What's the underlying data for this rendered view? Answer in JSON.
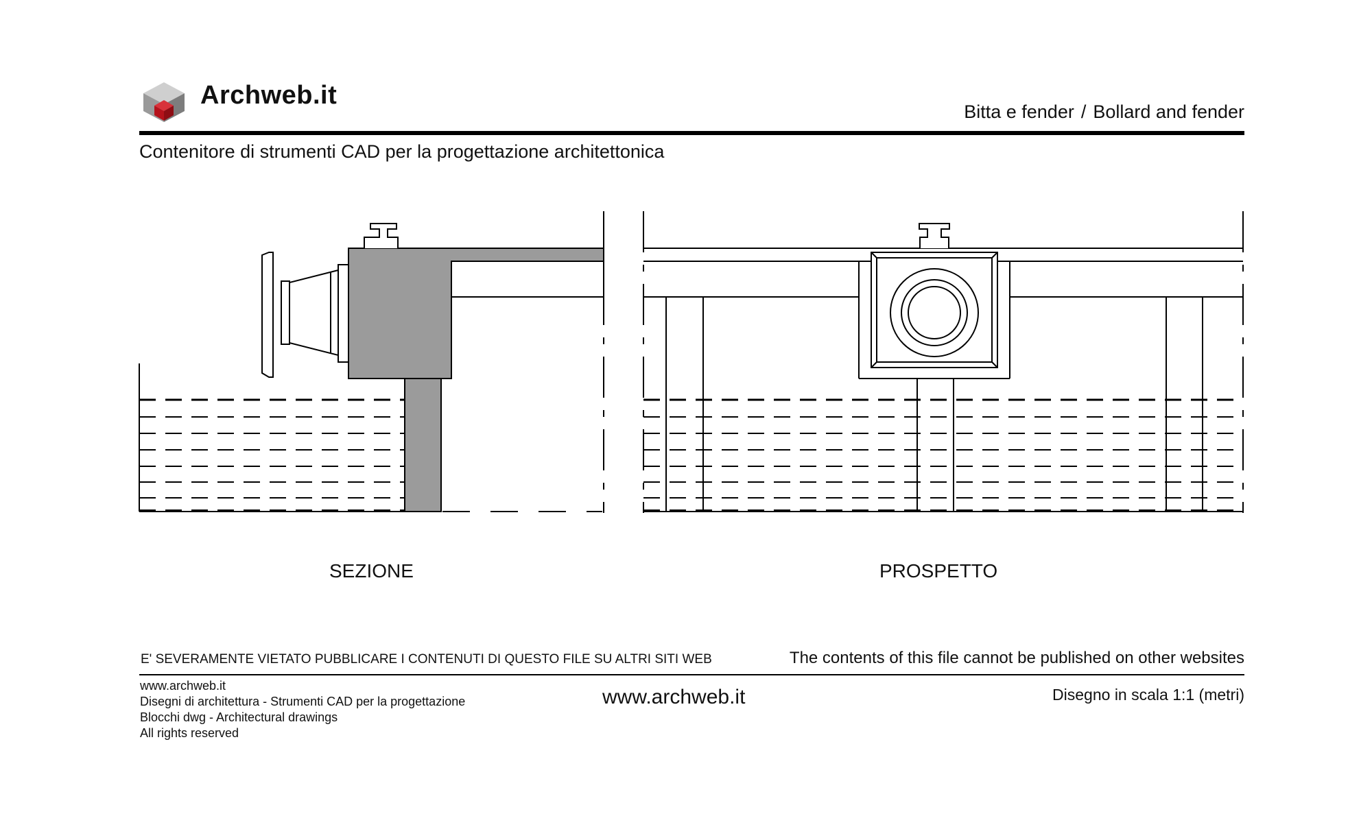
{
  "header": {
    "brand": "Archweb.it",
    "title_it": "Bitta e fender",
    "title_sep": "/",
    "title_en": "Bollard and fender",
    "subtitle": "Contenitore di strumenti CAD per la progettazione architettonica"
  },
  "drawing": {
    "section_label": "SEZIONE",
    "elevation_label": "PROSPETTO"
  },
  "footer": {
    "warning_it": "E' SEVERAMENTE VIETATO PUBBLICARE I CONTENUTI DI QUESTO FILE SU ALTRI SITI WEB",
    "warning_en": "The contents of this file cannot be published on other websites",
    "line1": "www.archweb.it",
    "line2": "Disegni di architettura - Strumenti CAD  per la progettazione",
    "line3": "Blocchi dwg - Architectural drawings",
    "line4": "All rights reserved",
    "center_url": "www.archweb.it",
    "scale": "Disegno in scala 1:1 (metri)"
  },
  "colors": {
    "logo_dark": "#8a8a8a",
    "logo_light": "#c8c8c8",
    "logo_red": "#b5121b",
    "section_fill": "#9b9b9b"
  }
}
